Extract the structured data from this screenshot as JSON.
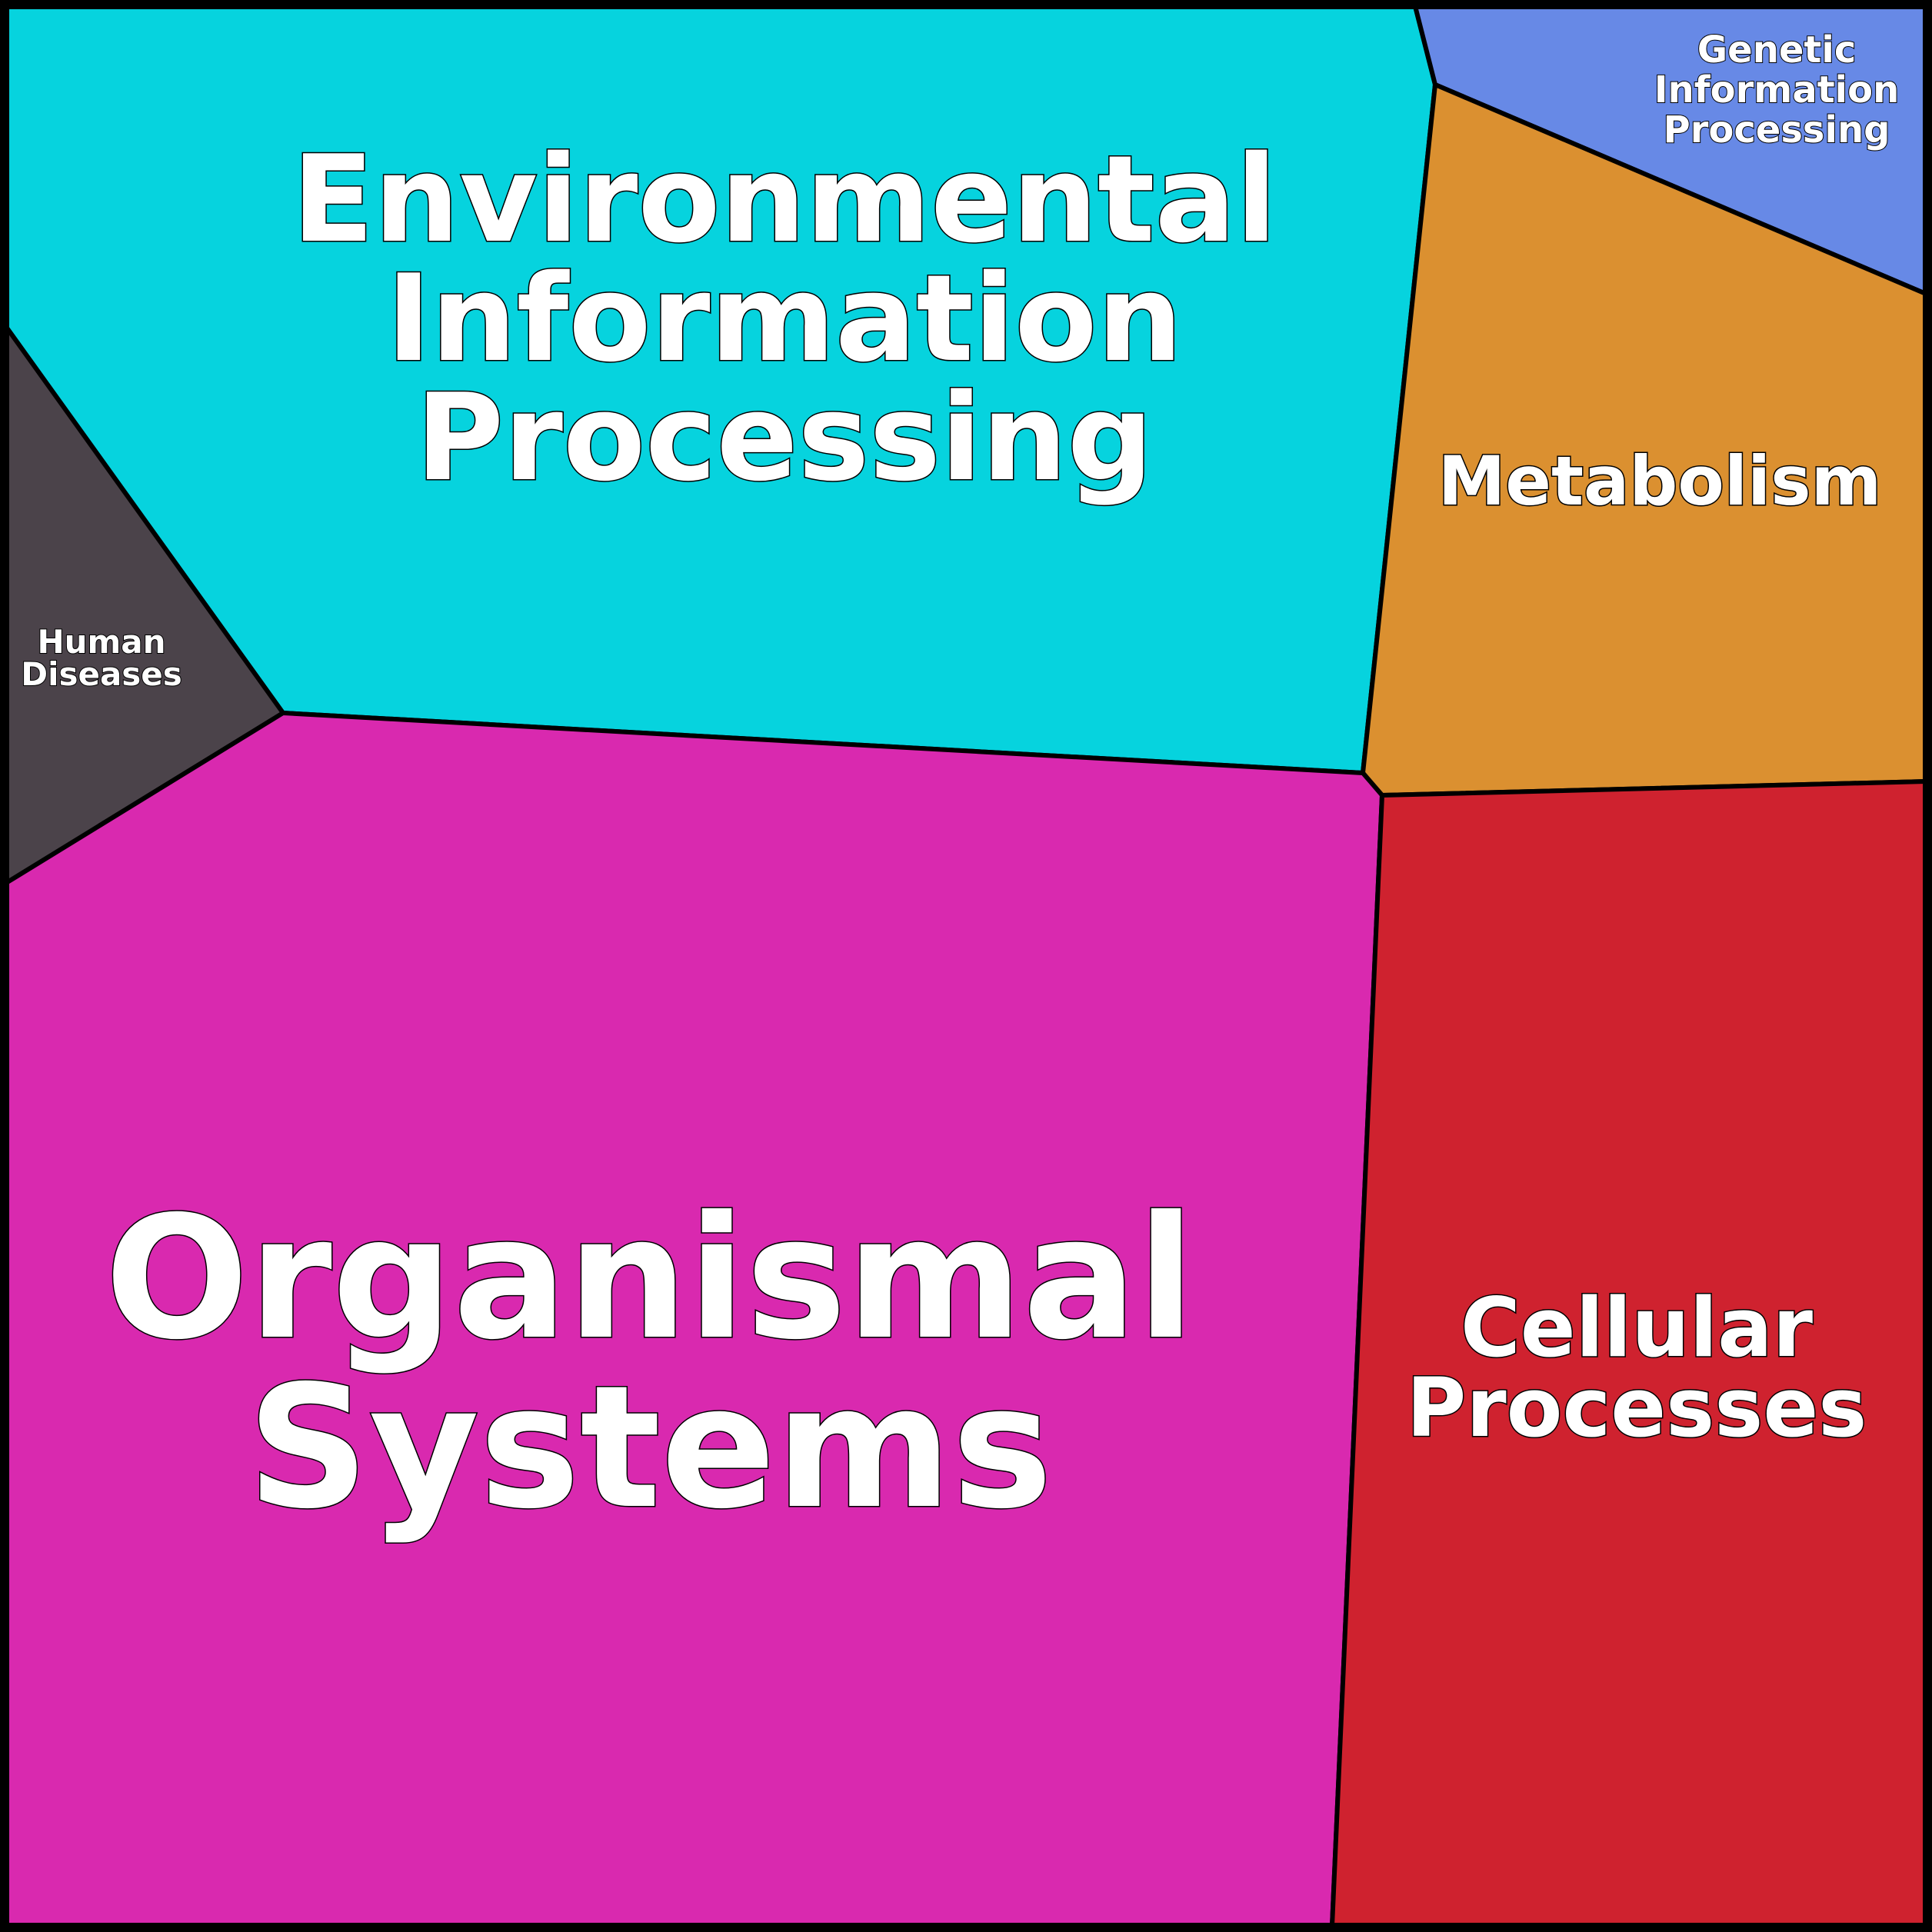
{
  "chart_data": {
    "type": "voronoi-treemap",
    "categories": [
      "Environmental Information Processing",
      "Genetic Information Processing",
      "Metabolism",
      "Human Diseases",
      "Organismal Systems",
      "Cellular Processes"
    ],
    "cells": [
      {
        "label": "Environmental Information Processing",
        "lines": [
          "Environmental",
          "Information",
          "Processing"
        ],
        "color": "#06d3de"
      },
      {
        "label": "Genetic Information Processing",
        "lines": [
          "Genetic",
          "Information",
          "Processing"
        ],
        "color": "#6789e6"
      },
      {
        "label": "Metabolism",
        "lines": [
          "Metabolism"
        ],
        "color": "#db9030"
      },
      {
        "label": "Human Diseases",
        "lines": [
          "Human",
          "Diseases"
        ],
        "color": "#4b434a"
      },
      {
        "label": "Organismal Systems",
        "lines": [
          "Organismal",
          "Systems"
        ],
        "color": "#d929af"
      },
      {
        "label": "Cellular Processes",
        "lines": [
          "Cellular",
          "Processes"
        ],
        "color": "#cf222f"
      }
    ]
  }
}
